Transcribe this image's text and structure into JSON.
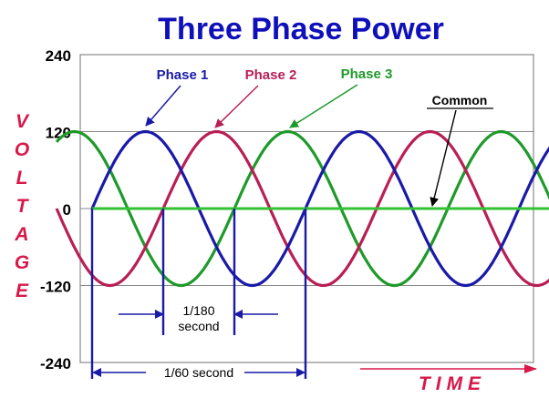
{
  "colors": {
    "title": "#1010bb",
    "phase_1": "#1a1aa8",
    "phase_2": "#b81f55",
    "phase_3": "#1e9a2a",
    "common": "#33c233",
    "voltage_label": "#d8184a",
    "time_label": "#d8184a",
    "annotation": "#1a1aa8",
    "grid": "#888888"
  },
  "chart_data": {
    "type": "line",
    "title": "Three Phase Power",
    "ylabel": "VOLTAGE",
    "xlabel": "TIME",
    "ylim": [
      -240,
      240
    ],
    "y_ticks": [
      "240",
      "120",
      "0",
      "-120",
      "-240"
    ],
    "x_range_degrees": [
      -60,
      1130
    ],
    "x_unit": "phase angle (degrees)",
    "grid": true,
    "series": [
      {
        "name": "Phase 1",
        "amplitude": 120,
        "phase_shift_degrees": 0
      },
      {
        "name": "Phase 2",
        "amplitude": 120,
        "phase_shift_degrees": 120
      },
      {
        "name": "Phase 3",
        "amplitude": 120,
        "phase_shift_degrees": 240
      },
      {
        "name": "Common",
        "amplitude": 0,
        "phase_shift_degrees": 0
      }
    ],
    "annotations": [
      {
        "label": "1/180",
        "label_line2": "second",
        "from_degrees": 120,
        "to_degrees": 240
      },
      {
        "label": "1/60 second",
        "from_degrees": 0,
        "to_degrees": 360
      }
    ]
  }
}
